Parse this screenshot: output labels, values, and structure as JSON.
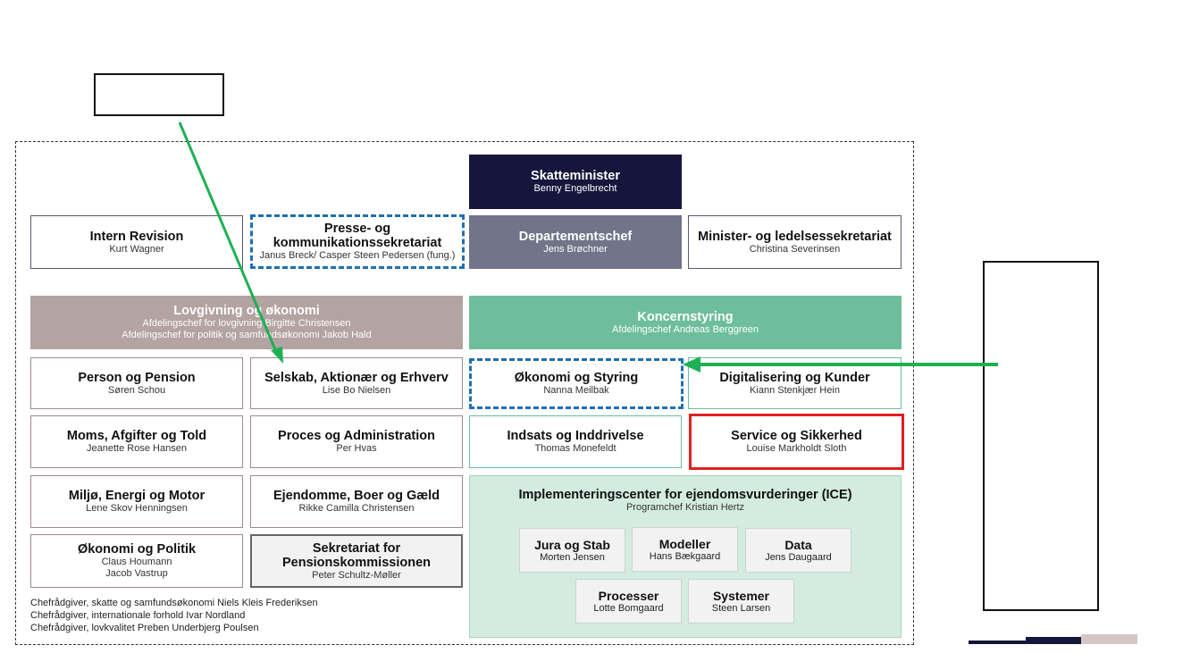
{
  "colors": {
    "minister_bg": "#16163c",
    "departementschef_bg": "#727489",
    "lovgivning_bg": "#b3a3a1",
    "koncernstyring_bg": "#6ebe9c",
    "ice_bg": "#d3ebe0",
    "sekretariat_bg": "#f2f2f2",
    "blue_dashed": "#1f6fb3",
    "red_border": "#e02020",
    "green_arrow": "#1db154"
  },
  "top": {
    "minister": {
      "title": "Skatteminister",
      "name": "Benny Engelbrecht"
    },
    "departementschef": {
      "title": "Departementschef",
      "name": "Jens Brøchner"
    },
    "intern_revision": {
      "title": "Intern Revision",
      "name": "Kurt Wagner"
    },
    "presse": {
      "title_line1": "Presse- og",
      "title_line2": "kommunikationssekretariat",
      "name": "Janus Breck/ Casper Steen Pedersen (fung.)"
    },
    "minister_sekretariat": {
      "title": "Minister- og ledelsessekretariat",
      "name": "Christina Severinsen"
    }
  },
  "lovgivning": {
    "title": "Lovgivning og økonomi",
    "sub1": "Afdelingschef for lovgivning Birgitte Christensen",
    "sub2": "Afdelingschef for politik og samfundsøkonomi Jakob Hald",
    "units": [
      {
        "title": "Person og Pension",
        "name": "Søren Schou"
      },
      {
        "title": "Selskab, Aktionær og Erhverv",
        "name": "Lise Bo Nielsen"
      },
      {
        "title": "Moms, Afgifter og Told",
        "name": "Jeanette Rose Hansen"
      },
      {
        "title": "Proces og Administration",
        "name": "Per Hvas"
      },
      {
        "title": "Miljø, Energi og Motor",
        "name": "Lene Skov Henningsen"
      },
      {
        "title": "Ejendomme, Boer og Gæld",
        "name": "Rikke Camilla Christensen"
      },
      {
        "title": "Økonomi og Politik",
        "name": "Claus Houmann",
        "name2": "Jacob Vastrup"
      },
      {
        "title_line1": "Sekretariat for",
        "title_line2": "Pensionskommissionen",
        "name": "Peter Schultz-Møller"
      }
    ],
    "footer": [
      "Chefrådgiver, skatte og samfundsøkonomi Niels Kleis Frederiksen",
      "Chefrådgiver, internationale forhold Ivar Nordland",
      "Chefrådgiver, lovkvalitet Preben Underbjerg Poulsen"
    ]
  },
  "koncern": {
    "title": "Koncernstyring",
    "sub": "Afdelingschef Andreas Berggreen",
    "units": [
      {
        "title": "Økonomi og Styring",
        "name": "Nanna Meilbak"
      },
      {
        "title": "Digitalisering og Kunder",
        "name": "Kiann Stenkjær Hein"
      },
      {
        "title": "Indsats og Inddrivelse",
        "name": "Thomas Monefeldt"
      },
      {
        "title": "Service og Sikkerhed",
        "name": "Louise Markholdt Sloth"
      }
    ],
    "ice": {
      "title": "Implementeringscenter for ejendomsvurderinger (ICE)",
      "sub": "Programchef Kristian Hertz",
      "units": [
        {
          "title": "Jura og Stab",
          "name": "Morten Jensen"
        },
        {
          "title": "Modeller",
          "name": "Hans Bækgaard"
        },
        {
          "title": "Data",
          "name": "Jens Daugaard"
        },
        {
          "title": "Processer",
          "name": "Lotte Bomgaard"
        },
        {
          "title": "Systemer",
          "name": "Steen Larsen"
        }
      ]
    }
  }
}
